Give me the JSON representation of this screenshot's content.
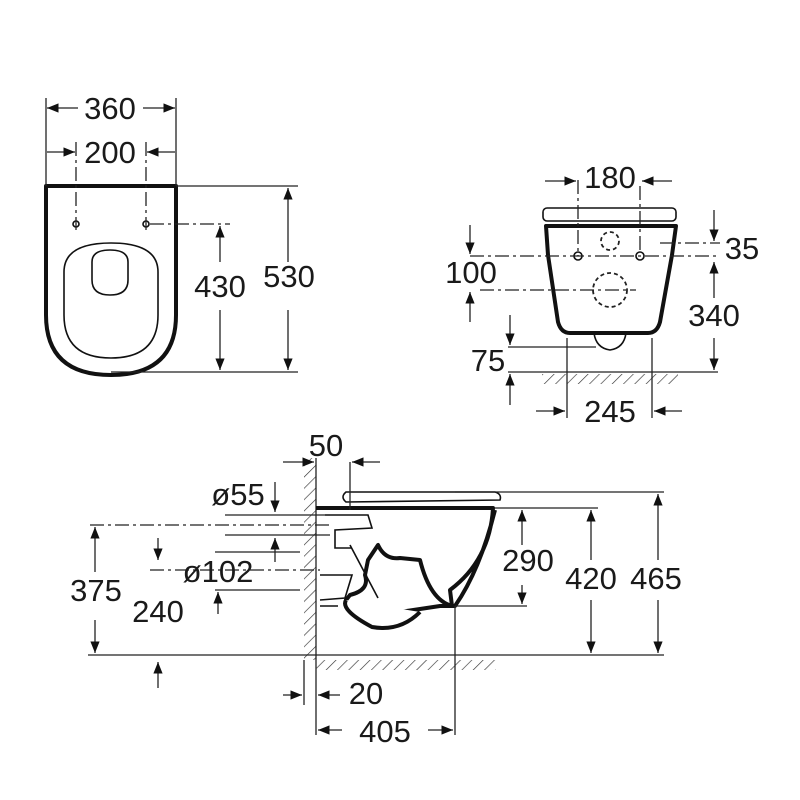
{
  "drawing": {
    "top_view": {
      "width": "360",
      "hole_spacing": "200",
      "hole_to_front": "430",
      "length": "530"
    },
    "front_view": {
      "hole_spacing": "180",
      "seat_to_holes": "35",
      "hole_to_outlet": "100",
      "holes_to_floor": "340",
      "bottom_to_floor": "75",
      "base_width": "245"
    },
    "side_view": {
      "wall_offset": "50",
      "outlet_55": "ø55",
      "outlet_102": "ø102",
      "inlet_height": "375",
      "outlet_height": "240",
      "bowl_height": "290",
      "rim_height": "420",
      "total_height": "465",
      "wall_gap": "20",
      "projection": "405"
    }
  }
}
